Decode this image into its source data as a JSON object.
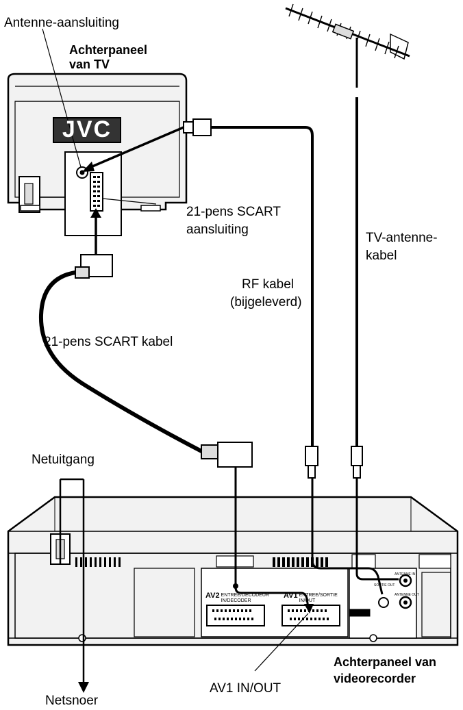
{
  "labels": {
    "antenna_socket": "Antenne-aansluiting",
    "tv_rear_line1": "Achterpaneel",
    "tv_rear_line2": "van TV",
    "scart_socket_line1": "21-pens SCART",
    "scart_socket_line2": "aansluiting",
    "tv_antenna_cable_line1": "TV-antenne-",
    "tv_antenna_cable_line2": "kabel",
    "rf_cable_line1": "RF kabel",
    "rf_cable_line2": "(bijgeleverd)",
    "scart_cable": "21-pens SCART kabel",
    "power_outlet": "Netuitgang",
    "vcr_rear_line1": "Achterpaneel van",
    "vcr_rear_line2": "videorecorder",
    "av1_in_out": "AV1 IN/OUT",
    "power_cord": "Netsnoer"
  },
  "tv": {
    "logo": "JVC"
  },
  "vcr_panel": {
    "av2_prefix": "AV2",
    "av2_text_line1": "ENTREE/DECODEUR",
    "av2_text_line2": "IN/DECODER",
    "av1_prefix": "AV1",
    "av1_text_line1": "ENTREE/SORTIE",
    "av1_text_line2": "IN/OUT",
    "antenna_in": "ANTENNE IN",
    "rf_out": "SORTIE OUT",
    "rf_out2": "ANTENNE OUT"
  }
}
